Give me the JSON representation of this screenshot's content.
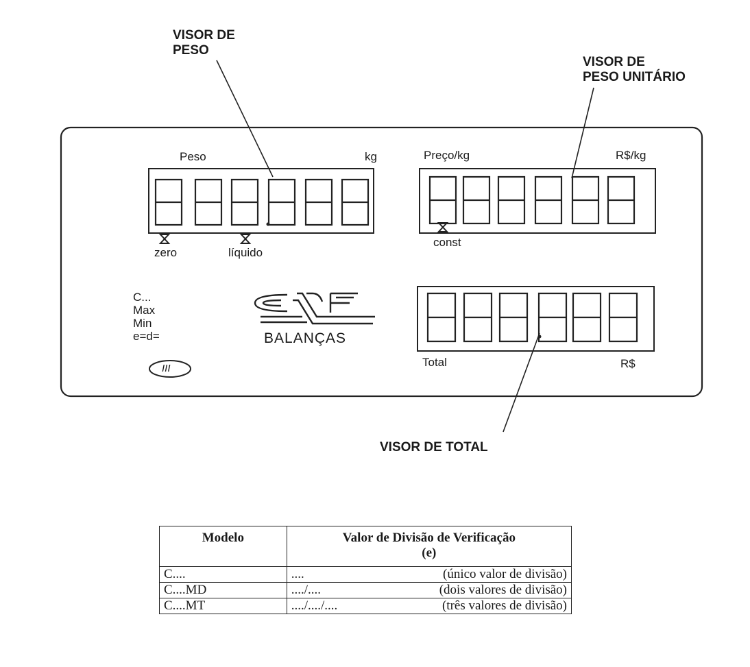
{
  "callouts": {
    "weight_display": [
      "VISOR DE",
      "PESO"
    ],
    "unit_price_display": [
      "VISOR DE",
      "PESO UNITÁRIO"
    ],
    "total_display": "VISOR DE TOTAL"
  },
  "panel": {
    "weight": {
      "title": "Peso",
      "unit": "kg",
      "indicator_left": "zero",
      "indicator_right": "líquido"
    },
    "price": {
      "title": "Preço/kg",
      "unit": "R$/kg",
      "indicator": "const"
    },
    "total": {
      "title": "Total",
      "unit": "R$"
    },
    "spec_lines": [
      "C...",
      "Max",
      "Min",
      "e=d="
    ],
    "accuracy_class": "III",
    "brand": {
      "logo": "CF",
      "name": "BALANÇAS"
    }
  },
  "table": {
    "headers": {
      "model": "Modelo",
      "division": "Valor de Divisão de Verificação",
      "division_symbol": "(e)"
    },
    "rows": [
      {
        "model": "C....",
        "value": "....",
        "note": "(único valor de divisão)"
      },
      {
        "model": "C....MD",
        "value": "..../....",
        "note": "(dois valores de divisão)"
      },
      {
        "model": "C....MT",
        "value": "..../..../....",
        "note": "(três valores de divisão)"
      }
    ]
  }
}
